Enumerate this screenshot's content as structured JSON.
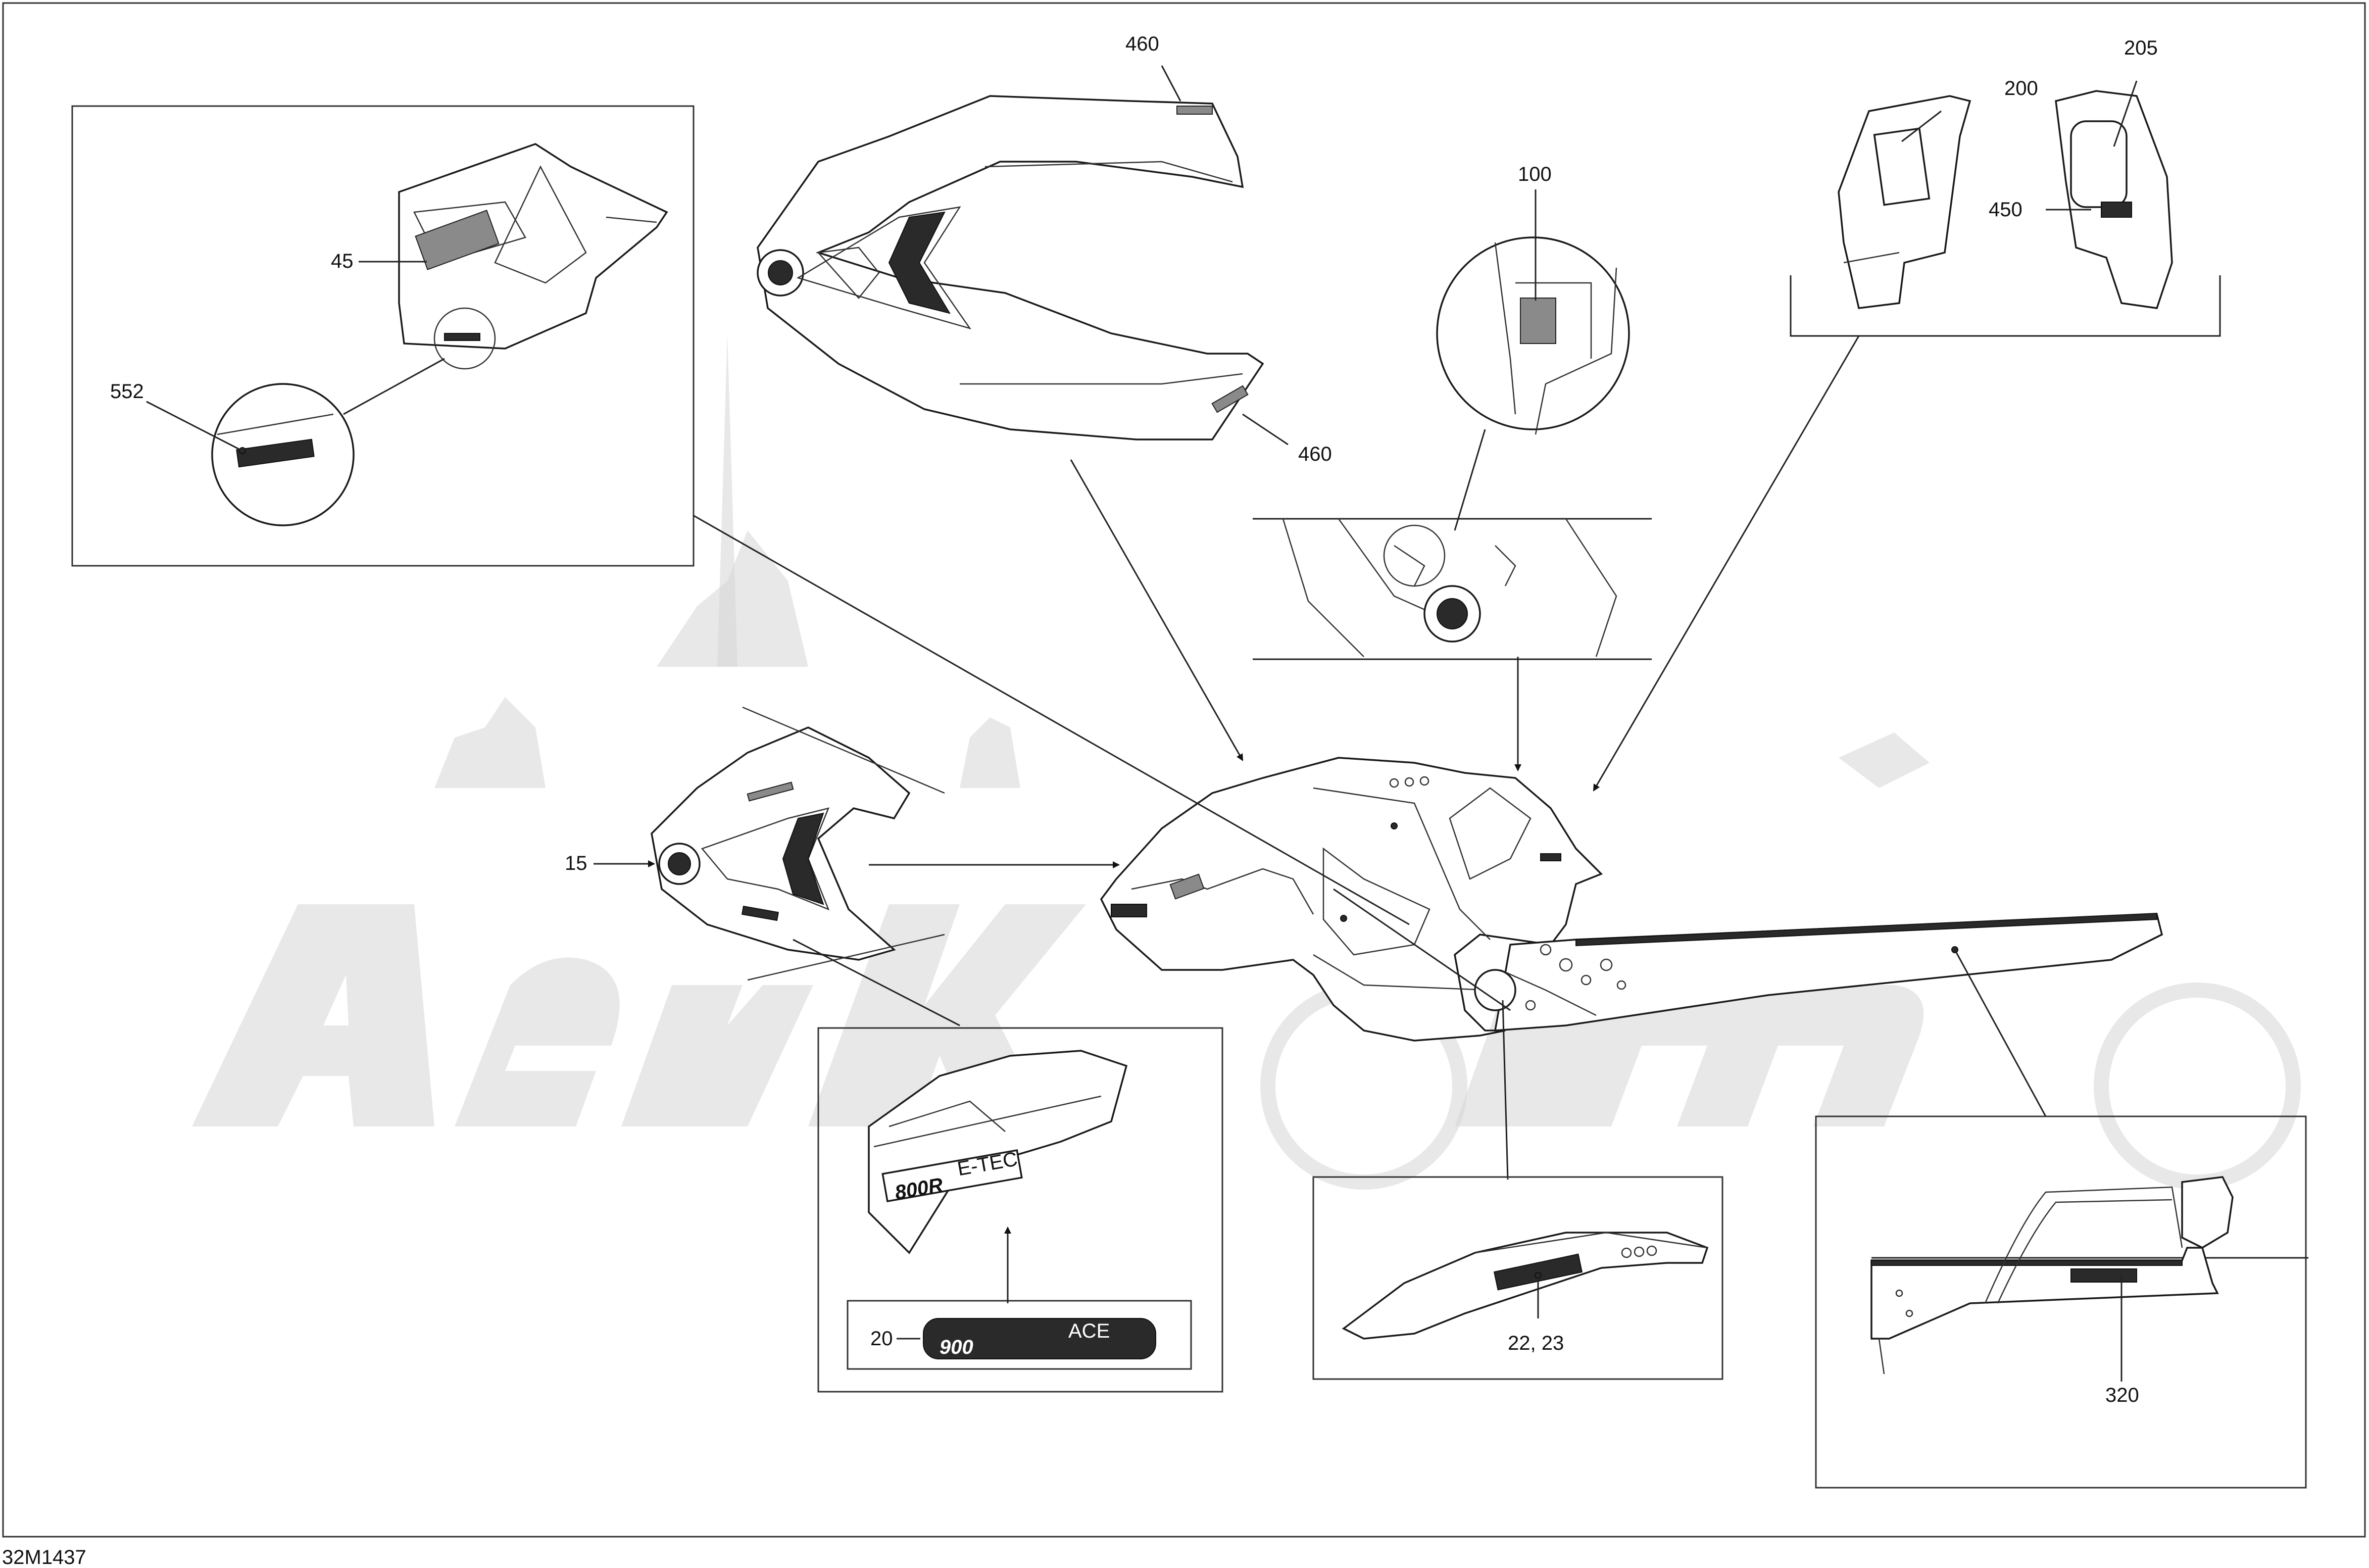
{
  "drawing_code": "32M1437",
  "callouts": {
    "c460_top": "460",
    "c460_bottom": "460",
    "c200": "200",
    "c205": "205",
    "c450": "450",
    "c100": "100",
    "c45": "45",
    "c552": "552",
    "c15": "15",
    "c20": "20",
    "c22_23": "22, 23",
    "c320": "320"
  },
  "decals": {
    "engine_badge_main": "900",
    "engine_badge_sup": "ACE",
    "side_decal_main": "800R",
    "side_decal_sup": "E-TEC"
  }
}
